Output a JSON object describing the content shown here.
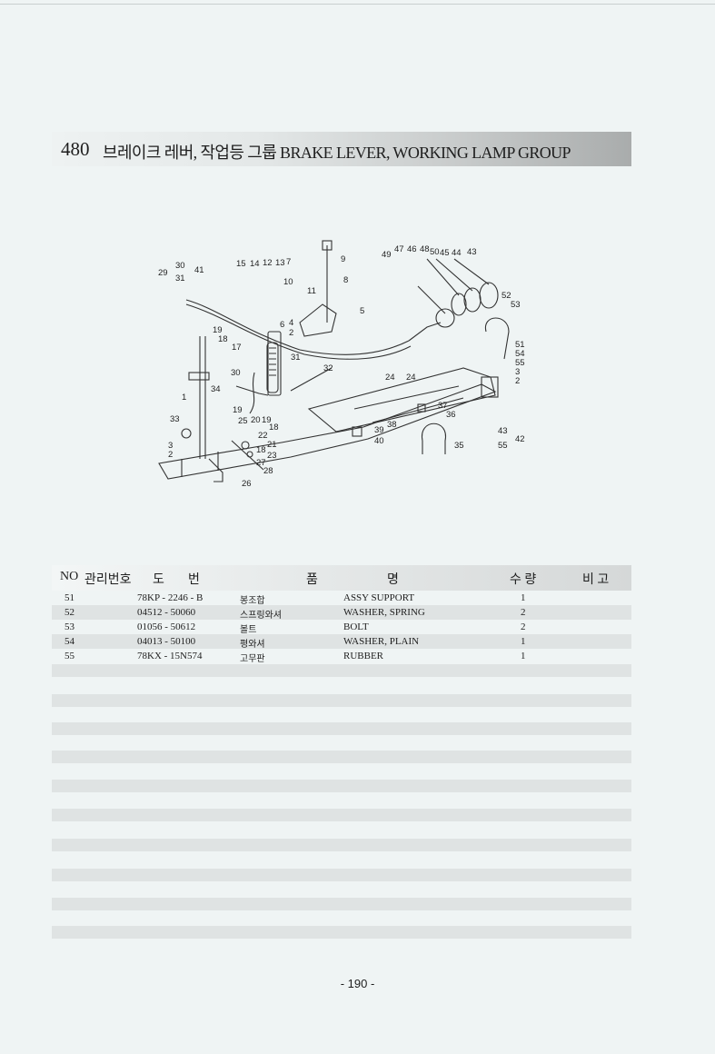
{
  "section": {
    "number": "480",
    "title": "브레이크 레버, 작업등 그룹 BRAKE LEVER, WORKING LAMP GROUP"
  },
  "diagram_labels": [
    "29",
    "30",
    "31",
    "41",
    "15",
    "14",
    "12",
    "13",
    "7",
    "9",
    "8",
    "10",
    "11",
    "49",
    "47",
    "46",
    "48",
    "50",
    "45",
    "44",
    "43",
    "52",
    "53",
    "5",
    "19",
    "18",
    "17",
    "6",
    "4",
    "2",
    "1",
    "30",
    "31",
    "32",
    "34",
    "24",
    "24",
    "51",
    "54",
    "55",
    "3",
    "2",
    "5",
    "19",
    "18",
    "25",
    "20",
    "19",
    "18",
    "22",
    "21",
    "18",
    "23",
    "27",
    "28",
    "26",
    "33",
    "3",
    "2",
    "37",
    "36",
    "38",
    "39",
    "40",
    "35",
    "43",
    "55",
    "42"
  ],
  "table": {
    "headers": {
      "no": "NO",
      "code": "관리번호",
      "draw1": "도",
      "draw2": "번",
      "name1": "품",
      "name2": "명",
      "qty": "수 량",
      "remark": "비 고"
    },
    "rows": [
      {
        "no": "51",
        "code": "78KP - 2246 - B",
        "kname": "봉조합",
        "ename": "ASSY SUPPORT",
        "qty": "1"
      },
      {
        "no": "52",
        "code": "04512 - 50060",
        "kname": "스프링와셔",
        "ename": "WASHER, SPRING",
        "qty": "2"
      },
      {
        "no": "53",
        "code": "01056 - 50612",
        "kname": "볼트",
        "ename": "BOLT",
        "qty": "2"
      },
      {
        "no": "54",
        "code": "04013 - 50100",
        "kname": "평와셔",
        "ename": "WASHER, PLAIN",
        "qty": "1"
      },
      {
        "no": "55",
        "code": "78KX - 15N574",
        "kname": "고무판",
        "ename": "RUBBER",
        "qty": "1"
      }
    ]
  },
  "page_number": "- 190 -"
}
